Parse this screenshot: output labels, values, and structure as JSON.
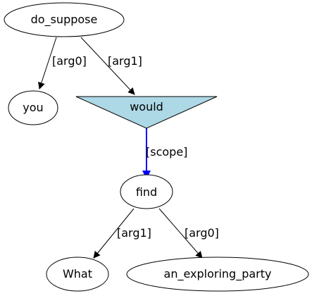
{
  "nodes": {
    "do_suppose": "do_suppose",
    "you": "you",
    "would": "would",
    "find": "find",
    "what": "What",
    "an_exploring_party": "an_exploring_party"
  },
  "edges": {
    "do_suppose_you": "[arg0]",
    "do_suppose_would": "[arg1]",
    "would_find": "[scope]",
    "find_what": "[arg1]",
    "find_party": "[arg0]"
  },
  "colors": {
    "node_stroke": "#000000",
    "would_fill": "#add8e6",
    "edge": "#000000",
    "scope_edge": "#0000ff"
  }
}
